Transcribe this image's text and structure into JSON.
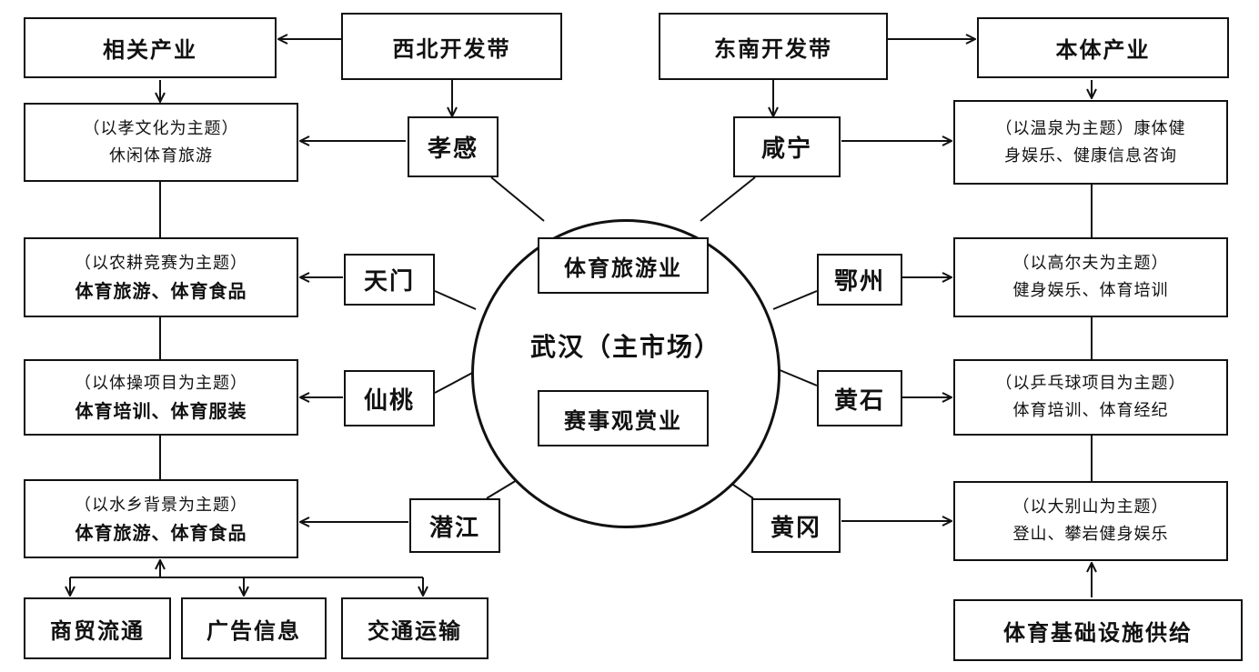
{
  "center": {
    "label": "武汉（主市场）",
    "inner_top": "体育旅游业",
    "inner_bottom": "赛事观赏业"
  },
  "headers": {
    "related_industry": "相关产业",
    "northwest_belt": "西北开发带",
    "southeast_belt": "东南开发带",
    "core_industry": "本体产业"
  },
  "cities": {
    "xiaogan": "孝感",
    "tianmen": "天门",
    "xiantao": "仙桃",
    "qianjiang": "潜江",
    "xianning": "咸宁",
    "ezhou": "鄂州",
    "huangshi": "黄石",
    "huanggang": "黄冈"
  },
  "left_boxes": [
    {
      "theme": "（以孝文化为主题）",
      "content": "休闲体育旅游"
    },
    {
      "theme": "（以农耕竞赛为主题）",
      "content": "体育旅游、体育食品"
    },
    {
      "theme": "（以体操项目为主题）",
      "content": "体育培训、体育服装"
    },
    {
      "theme": "（以水乡背景为主题）",
      "content": "体育旅游、体育食品"
    }
  ],
  "right_boxes": [
    {
      "theme": "（以温泉为主题）康体健",
      "content": "身娱乐、健康信息咨询"
    },
    {
      "theme": "（以高尔夫为主题）",
      "content": "健身娱乐、体育培训"
    },
    {
      "theme": "（以乒乓球项目为主题）",
      "content": "体育培训、体育经纪"
    },
    {
      "theme": "（以大别山为主题）",
      "content": "登山、攀岩健身娱乐"
    }
  ],
  "bottom": {
    "commerce": "商贸流通",
    "advertising": "广告信息",
    "transport": "交通运输",
    "infrastructure": "体育基础设施供给"
  },
  "colors": {
    "line": "#111111",
    "background": "#ffffff"
  }
}
